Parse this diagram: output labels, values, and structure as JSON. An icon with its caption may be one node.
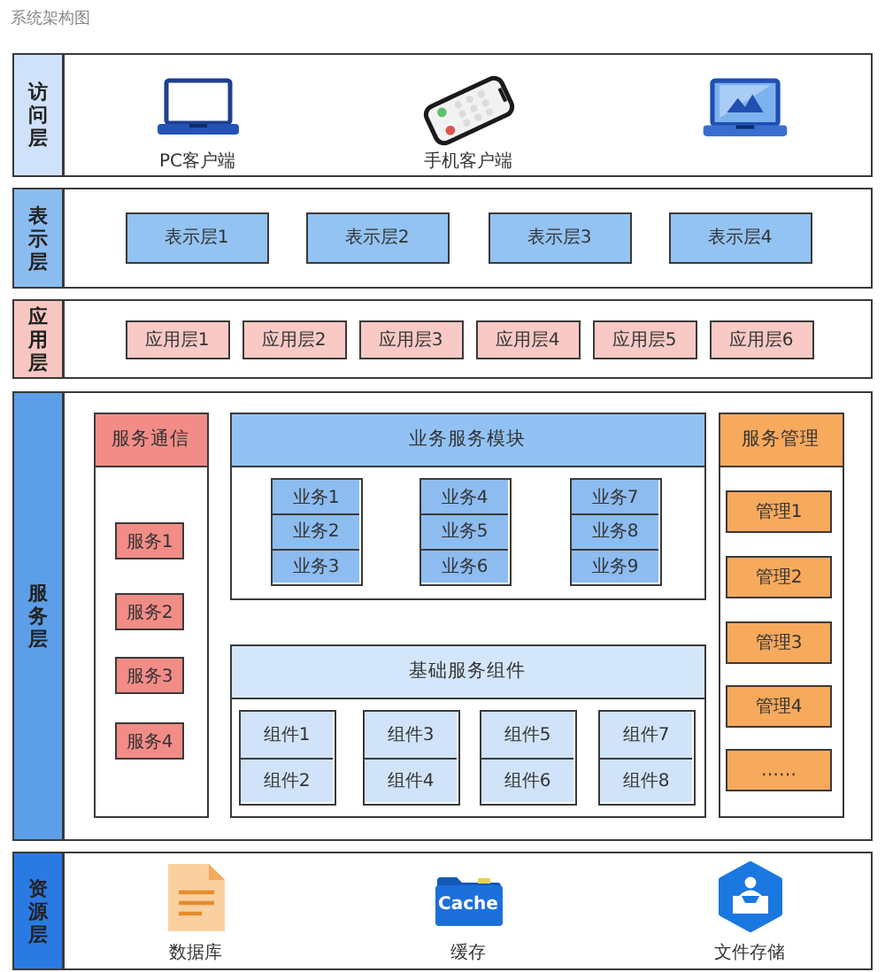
{
  "diagram": {
    "title": "系统架构图",
    "nodes": [
      {
        "text": [
          "访问层"
        ]
      },
      {
        "text": [
          "PC客户端"
        ],
        "in": 0
      },
      {
        "text": [
          "手机客户端"
        ],
        "in": 0
      },
      {
        "text": [],
        "shape": "picture",
        "in": 0
      },
      {
        "text": [
          "表示层"
        ]
      },
      {
        "text": [
          "表示层1"
        ],
        "in": 4
      },
      {
        "text": [
          "表示层2"
        ],
        "in": 4
      },
      {
        "text": [
          "表示层3"
        ],
        "in": 4
      },
      {
        "text": [
          "表示层4"
        ],
        "in": 4
      },
      {
        "text": [
          "应用层"
        ]
      },
      {
        "text": [
          "应用层1"
        ],
        "in": 9
      },
      {
        "text": [
          "应用层2"
        ],
        "in": 9
      },
      {
        "text": [
          "应用层3"
        ],
        "in": 9
      },
      {
        "text": [
          "应用层4"
        ],
        "in": 9
      },
      {
        "text": [
          "应用层5"
        ],
        "in": 9
      },
      {
        "text": [
          "应用层6"
        ],
        "in": 9
      },
      {
        "text": [
          "服务层"
        ]
      },
      {
        "text": [
          "服务通信"
        ],
        "in": 16
      },
      {
        "text": [
          "服务1"
        ],
        "in": 17
      },
      {
        "text": [
          "服务2"
        ],
        "in": 17
      },
      {
        "text": [
          "服务3"
        ],
        "in": 17
      },
      {
        "text": [
          "服务4"
        ],
        "in": 17
      },
      {
        "text": [
          "业务服务模块"
        ],
        "in": 16
      },
      {
        "text": [],
        "shape": "box",
        "in": 22
      },
      {
        "text": [
          "业务1"
        ],
        "in": 23
      },
      {
        "text": [
          "业务2"
        ],
        "in": 23
      },
      {
        "text": [
          "业务3"
        ],
        "in": 23
      },
      {
        "text": [],
        "shape": "box",
        "in": 22
      },
      {
        "text": [
          "业务4"
        ],
        "in": 27
      },
      {
        "text": [
          "业务5"
        ],
        "in": 27
      },
      {
        "text": [
          "业务6"
        ],
        "in": 27
      },
      {
        "text": [],
        "shape": "box",
        "in": 22
      },
      {
        "text": [
          "业务7"
        ],
        "in": 31
      },
      {
        "text": [
          "业务8"
        ],
        "in": 31
      },
      {
        "text": [
          "业务9"
        ],
        "in": 31
      },
      {
        "text": [
          "服务管理"
        ],
        "in": 16
      },
      {
        "text": [
          "管理1"
        ],
        "in": 35
      },
      {
        "text": [
          "管理2"
        ],
        "in": 35
      },
      {
        "text": [
          "管理3"
        ],
        "in": 35
      },
      {
        "text": [
          "管理4"
        ],
        "in": 35
      },
      {
        "text": [
          "……"
        ],
        "in": 35
      },
      {
        "text": [
          "基础服务组件"
        ],
        "in": 16
      },
      {
        "text": [],
        "shape": "box",
        "in": 41
      },
      {
        "text": [
          "组件1"
        ],
        "in": 42
      },
      {
        "text": [
          "组件2"
        ],
        "in": 42
      },
      {
        "text": [],
        "shape": "box",
        "in": 41
      },
      {
        "text": [
          "组件3"
        ],
        "in": 45
      },
      {
        "text": [
          "组件4"
        ],
        "in": 45
      },
      {
        "text": [],
        "shape": "box",
        "in": 41
      },
      {
        "text": [
          "组件5"
        ],
        "in": 48
      },
      {
        "text": [
          "组件6"
        ],
        "in": 48
      },
      {
        "text": [],
        "shape": "box",
        "in": 41
      },
      {
        "text": [
          "组件7"
        ],
        "in": 51
      },
      {
        "text": [
          "组件8"
        ],
        "in": 51
      },
      {
        "text": [
          "资源层"
        ]
      },
      {
        "text": [
          "数据库"
        ],
        "in": 54
      },
      {
        "text": [
          "Cache",
          "缓存"
        ],
        "in": 54
      },
      {
        "text": [
          "文件存储"
        ],
        "in": 54
      }
    ]
  }
}
